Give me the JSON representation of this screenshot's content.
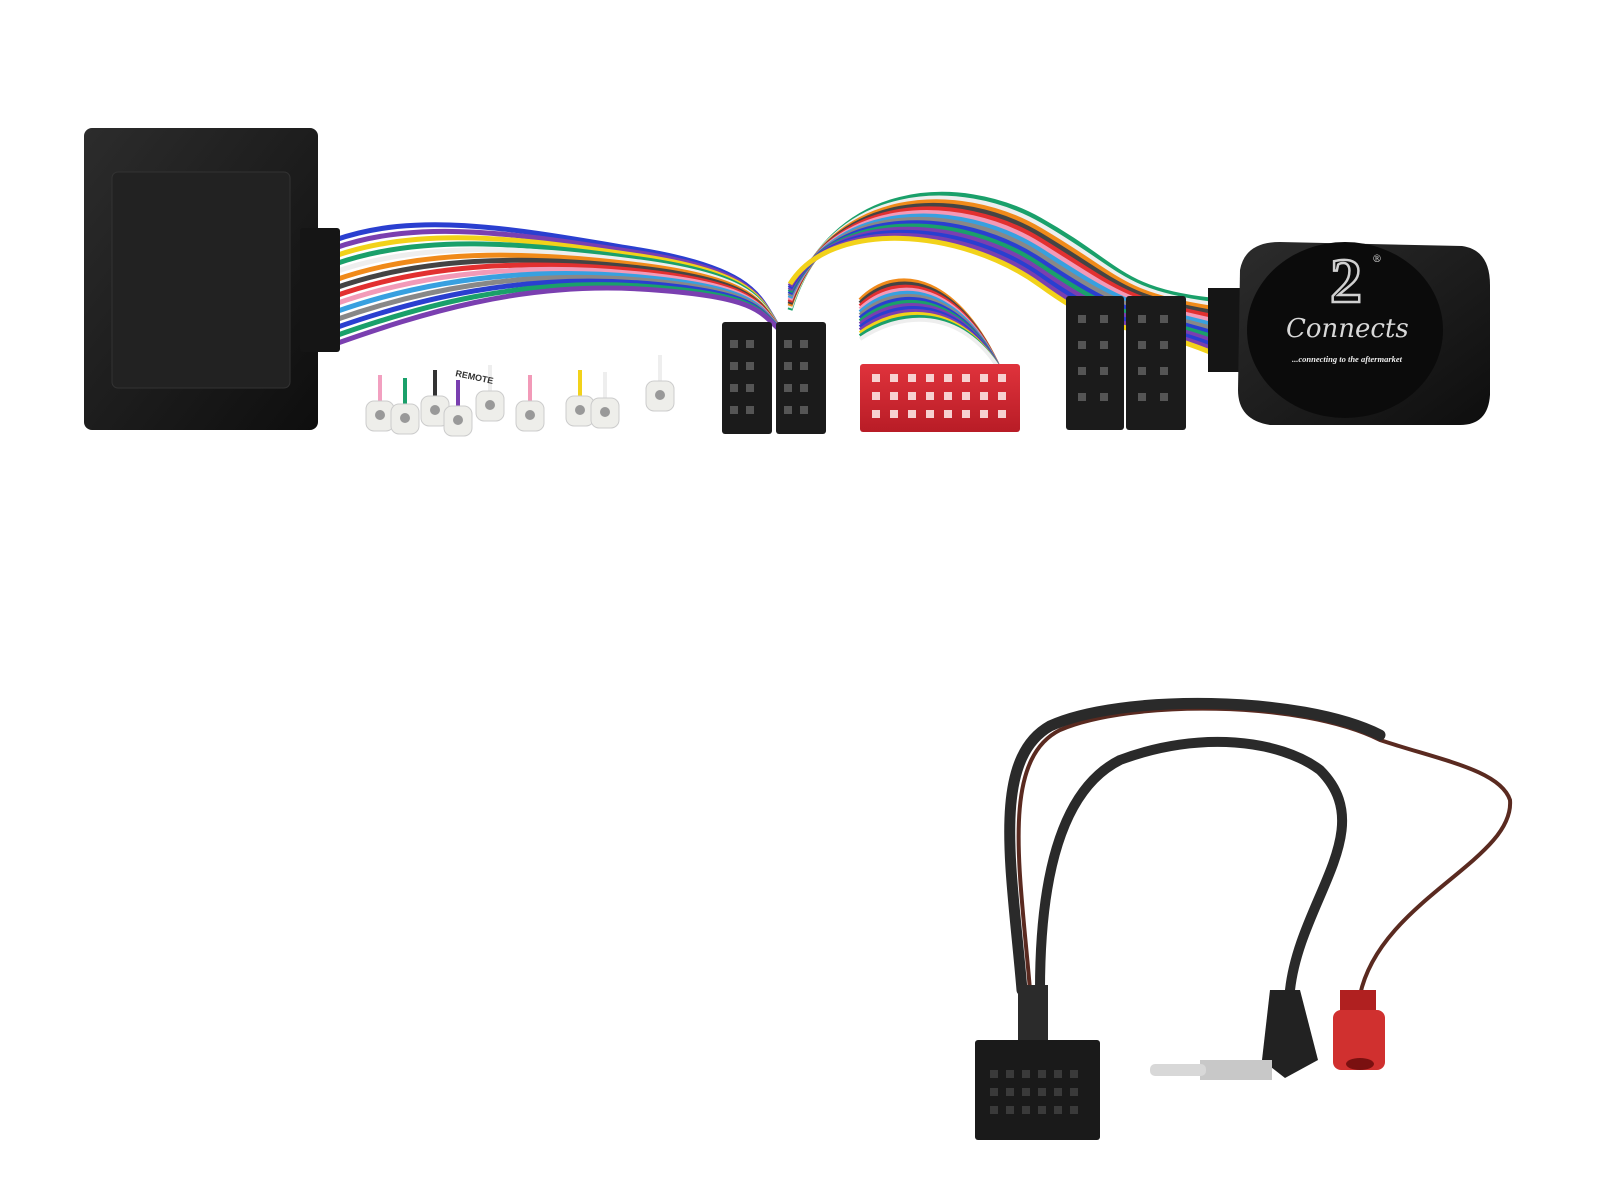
{
  "product": {
    "logo": {
      "numeral": "2",
      "wordmark": "Connects",
      "registered": "®",
      "tagline": "...connecting to the aftermarket"
    },
    "wire_label": "REMOTE"
  }
}
